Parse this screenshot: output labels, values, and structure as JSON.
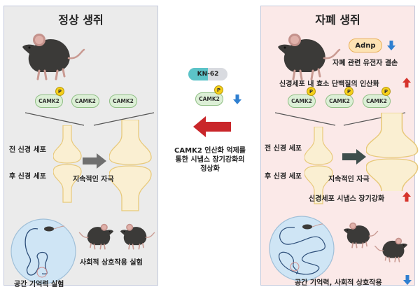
{
  "left_panel": {
    "title": "정상 생쥐",
    "camk_labels": [
      "CAMK2",
      "CAMK2",
      "CAMK2"
    ],
    "p_label": "P",
    "pre_neuron": "전 신경 세포",
    "post_neuron": "후 신경 세포",
    "stimulus": "지속적인 자극",
    "social_test": "사회적 상호작용 실험",
    "spatial_test": "공간 기억력 실험",
    "colors": {
      "background": "#ebebeb",
      "arrow": "#6f6f6f"
    }
  },
  "center": {
    "drug": "KN-62",
    "camk_label": "CAMK2",
    "p_label": "P",
    "camk_trend": "down",
    "caption": [
      "CAMK2 인산화 억제를",
      "통한 시냅스 장기강화의",
      "정상화"
    ],
    "colors": {
      "arrow": "#c9262a",
      "pill_left": "#5cc3c8",
      "pill_right": "#d9dbe0"
    }
  },
  "right_panel": {
    "title": "자폐 생쥐",
    "gene": "Adnp",
    "gene_trend": "down",
    "gene_caption": "자폐 관련 유전자 결손",
    "enzyme_caption": "신경세포 내 효소 단백질의 인산화",
    "enzyme_trend": "up",
    "camk_labels": [
      "CAMK2",
      "CAMK2",
      "CAMK2"
    ],
    "p_label": "P",
    "pre_neuron": "전 신경 세포",
    "post_neuron": "후 신경 세포",
    "stimulus": "지속적인 자극",
    "ltp_caption": "신경세포 시냅스 장기강화",
    "ltp_trend": "up",
    "behavior_caption": "공간 기억력, 사회적 상호작용",
    "behavior_trend": "down",
    "colors": {
      "background": "#fbe9e8",
      "arrow": "#3e4e4c",
      "up": "#d6332b",
      "down": "#2f7fd0"
    }
  }
}
